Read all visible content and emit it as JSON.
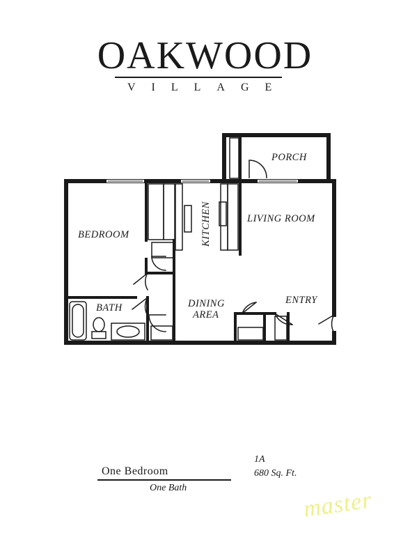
{
  "brand": {
    "name": "OAKWOOD",
    "subtitle": "VILLAGE"
  },
  "rooms": {
    "porch": "PORCH",
    "kitchen": "KITCHEN",
    "bedroom": "BEDROOM",
    "living_room": "LIVING ROOM",
    "bath": "BATH",
    "dining_line1": "DINING",
    "dining_line2": "AREA",
    "entry": "ENTRY"
  },
  "unit": {
    "type": "One Bedroom",
    "baths": "One Bath",
    "code": "1A",
    "area": "680 Sq. Ft."
  },
  "annotation": "master",
  "colors": {
    "ink": "#1a1a1a",
    "highlighter": "#eef08a"
  }
}
